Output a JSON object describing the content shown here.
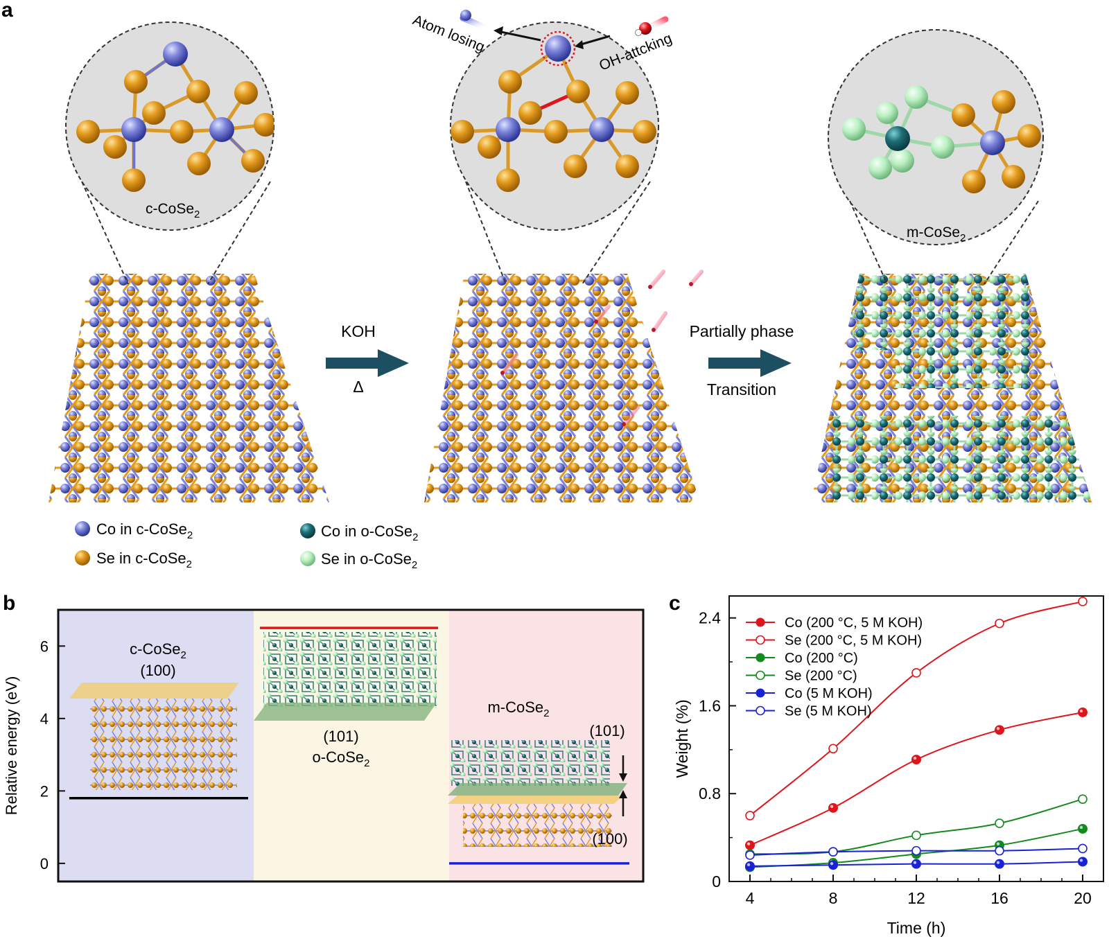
{
  "panel_a": {
    "label": "a",
    "c_cose2": {
      "main": "c-CoSe",
      "sub": "2"
    },
    "m_cose2": {
      "main": "m-CoSe",
      "sub": "2"
    },
    "atom_losing": "Atom losing",
    "oh_attacking": "OH-attcking",
    "koh": "KOH",
    "delta": "Δ",
    "partially_phase": "Partially phase",
    "transition": "Transition",
    "legend": [
      {
        "main": "Co in c-CoSe",
        "sub": "2",
        "color": "#7b83d9"
      },
      {
        "main": "Se in c-CoSe",
        "sub": "2",
        "color": "#e39a1c"
      },
      {
        "main": "Co in o-CoSe",
        "sub": "2",
        "color": "#1f6f78"
      },
      {
        "main": "Se in o-CoSe",
        "sub": "2",
        "color": "#b9f0c2"
      }
    ],
    "colors": {
      "co_c": "#7b83d9",
      "se_c": "#e39a1c",
      "co_o": "#1f6f78",
      "se_o": "#b9f0c2",
      "arrow": "#1d4f63"
    }
  },
  "panel_b": {
    "label": "b",
    "ylabel": "Relative energy (eV)",
    "yticks": [
      "0",
      "2",
      "4",
      "6"
    ],
    "c_cose2": {
      "main": "c-CoSe",
      "sub": "2"
    },
    "c_plane": "(100)",
    "o_plane": "(101)",
    "o_cose2": {
      "main": "o-CoSe",
      "sub": "2"
    },
    "m_cose2": {
      "main": "m-CoSe",
      "sub": "2"
    },
    "m_plane_top": "(101)",
    "m_plane_bottom": "(100)",
    "energy_levels": [
      {
        "phase": "c-CoSe2",
        "value": 1.8,
        "color": "#000000"
      },
      {
        "phase": "o-CoSe2",
        "value": 6.5,
        "color": "#e0141b"
      },
      {
        "phase": "m-CoSe2",
        "value": 0.0,
        "color": "#1a22d6"
      }
    ],
    "ylim": [
      -0.5,
      7.0
    ],
    "bg_colors": [
      "#dcdcf2",
      "#fbf5e3",
      "#fbe2e4"
    ]
  },
  "panel_c": {
    "label": "c",
    "chart_data": {
      "type": "line",
      "x": [
        4,
        8,
        12,
        16,
        20
      ],
      "xlabel": "Time (h)",
      "ylabel": "Weight (%)",
      "xlim": [
        3,
        21
      ],
      "ylim": [
        0,
        2.6
      ],
      "xticks": [
        "4",
        "8",
        "12",
        "16",
        "20"
      ],
      "yticks": [
        "0",
        "0.8",
        "1.6",
        "2.4"
      ],
      "series": [
        {
          "name": "Co (200 °C, 5 M KOH)",
          "color": "#e0141b",
          "filled": true,
          "values": [
            0.33,
            0.67,
            1.11,
            1.38,
            1.54
          ]
        },
        {
          "name": "Se (200 °C, 5 M KOH)",
          "color": "#e0141b",
          "filled": false,
          "values": [
            0.6,
            1.21,
            1.9,
            2.35,
            2.55
          ]
        },
        {
          "name": "Co (200 °C)",
          "color": "#138a1c",
          "filled": true,
          "values": [
            0.13,
            0.17,
            0.25,
            0.33,
            0.48
          ]
        },
        {
          "name": "Se (200 °C)",
          "color": "#138a1c",
          "filled": false,
          "values": [
            0.25,
            0.27,
            0.42,
            0.53,
            0.75
          ]
        },
        {
          "name": "Co (5 M KOH)",
          "color": "#1a22d6",
          "filled": true,
          "values": [
            0.14,
            0.15,
            0.16,
            0.16,
            0.18
          ]
        },
        {
          "name": "Se (5 M KOH)",
          "color": "#1a22d6",
          "filled": false,
          "values": [
            0.24,
            0.27,
            0.28,
            0.28,
            0.3
          ]
        }
      ],
      "legend": "top-left",
      "grid": false
    }
  }
}
